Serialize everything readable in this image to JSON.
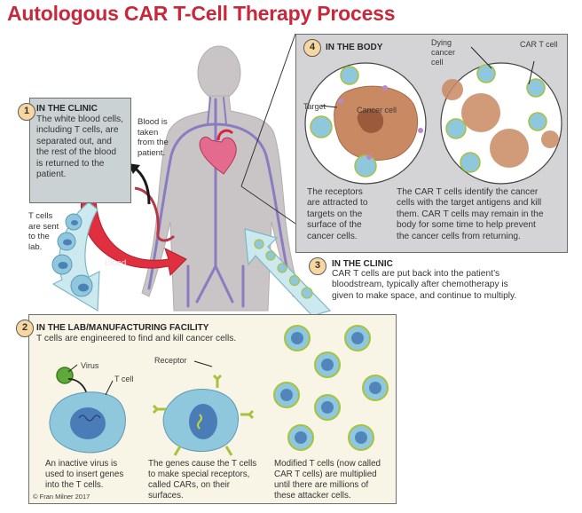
{
  "title": "Autologous CAR T-Cell Therapy Process",
  "colors": {
    "title": "#c8283a",
    "badge": "#f7d6a0",
    "panel_clinic": "#cbd2d4",
    "panel_body": "#d4d4d6",
    "panel_lab": "#f8f4e6",
    "body_silhouette": "#c9c4c6",
    "vein": "#8a7cc0",
    "blood_arrow": "#e0303f",
    "t_cell": "#8fc7dd",
    "receptor": "#a9c23b",
    "cancer_cell": "#c98a63"
  },
  "steps": [
    {
      "number": "1",
      "heading": "IN THE CLINIC",
      "lines": [
        "The white blood cells,",
        "including T cells, are",
        "separated out, and",
        "the rest of the blood",
        "is returned to the",
        "patient."
      ]
    },
    {
      "number": "2",
      "heading": "IN THE LAB/MANUFACTURING FACILITY",
      "subtitle": "T cells are engineered to find and kill cancer cells.",
      "stages": [
        {
          "lines": [
            "An inactive virus is",
            "used to insert genes",
            "into the T cells."
          ]
        },
        {
          "lines": [
            "The genes cause the T cells",
            "to make special receptors,",
            "called CARs, on their",
            "surfaces."
          ]
        },
        {
          "lines": [
            "Modified T cells (now called",
            "CAR T cells) are multiplied",
            "until there are millions of",
            "these attacker cells."
          ]
        }
      ],
      "labels": {
        "virus": "Virus",
        "t_cell": "T cell",
        "receptor": "Receptor"
      },
      "credit": "© Fran Milner 2017"
    },
    {
      "number": "3",
      "heading": "IN THE CLINIC",
      "lines": [
        "CAR T cells are put back into the patient’s",
        "bloodstream, typically after chemotherapy is",
        "given to make space, and continue to multiply."
      ]
    },
    {
      "number": "4",
      "heading": "IN THE BODY",
      "labels": {
        "target": "Target",
        "cancer_cell": "Cancer cell",
        "dying_cancer_cell": [
          "Dying",
          "cancer",
          "cell"
        ],
        "car_t_cell": "CAR T cell"
      },
      "left_caption": [
        "The receptors",
        "are attracted to",
        "targets on the",
        "surface of the",
        "cancer cells."
      ],
      "right_caption": [
        "The CAR T cells identify the cancer",
        "cells with the target antigens and kill",
        "them. CAR T cells may remain in the",
        "body for some time to help prevent",
        "the cancer cells from returning."
      ]
    }
  ],
  "annotations": {
    "blood_taken": [
      "Blood is",
      "taken",
      "from the",
      "patient."
    ],
    "t_cells_sent": [
      "T cells",
      "are sent",
      "to the",
      "lab."
    ],
    "blood_arrow": "Blood"
  }
}
